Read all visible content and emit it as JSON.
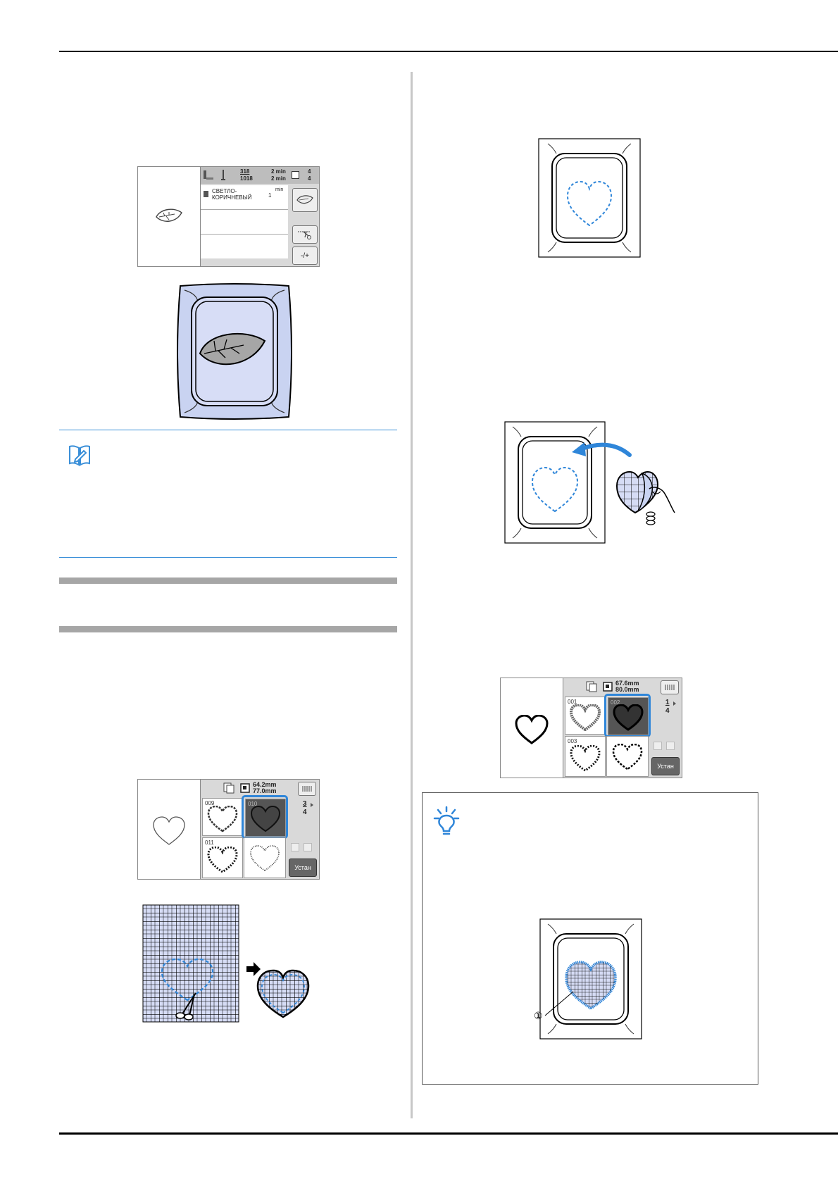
{
  "screen1": {
    "stitch_count": "318",
    "stitch_total": "1018",
    "time_current": "2 min",
    "time_total": "2 min",
    "color_index": "4",
    "color_total": "4",
    "thread_color_name": "СВЕТЛО-\nКОРИЧНЕВЫЙ",
    "thread_time": "1",
    "thread_time_unit": "min",
    "adjust_label": "-/+"
  },
  "screen2": {
    "width": "64.2mm",
    "height": "77.0mm",
    "page": "3",
    "page_total": "4",
    "thumb_numbers": [
      "009",
      "010",
      "011",
      ""
    ],
    "set_label": "Устан"
  },
  "screen3": {
    "width": "67.6mm",
    "height": "80.0mm",
    "page": "1",
    "page_total": "4",
    "thumb_numbers": [
      "001",
      "002",
      "003",
      ""
    ],
    "set_label": "Устан"
  },
  "callout": {
    "number": "①"
  },
  "colors": {
    "accent_blue": "#2f86d9",
    "fabric_blue": "#c9d3f1",
    "gingham_fill": "#d6dcf5",
    "note_line": "#3a8fd8"
  }
}
